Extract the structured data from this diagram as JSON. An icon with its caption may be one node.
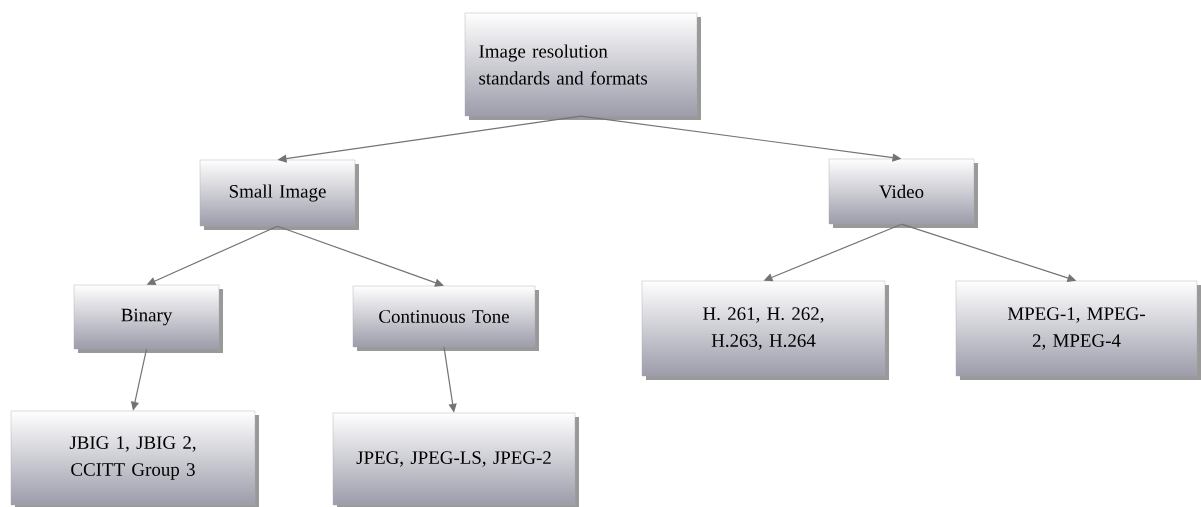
{
  "diagram": {
    "nodes": [
      {
        "text": [
          "Image resolution standards and formats"
        ]
      },
      {
        "text": [
          "Small Image"
        ]
      },
      {
        "text": [
          "Video"
        ]
      },
      {
        "text": [
          "Binary"
        ]
      },
      {
        "text": [
          "Continuous Tone"
        ]
      },
      {
        "text": [
          "H. 261, H. 262, H.263, H.264"
        ]
      },
      {
        "text": [
          "MPEG-1, MPEG-2, MPEG-4"
        ]
      },
      {
        "text": [
          "JBIG 1, JBIG 2, CCITT Group 3"
        ]
      },
      {
        "text": [
          "JPEG, JPEG-LS, JPEG-2"
        ]
      }
    ],
    "edges": [
      {
        "from": 0,
        "to": 1,
        "arrow": "to"
      },
      {
        "from": 0,
        "to": 2,
        "arrow": "to"
      },
      {
        "from": 1,
        "to": 3,
        "arrow": "to"
      },
      {
        "from": 1,
        "to": 4,
        "arrow": "to"
      },
      {
        "from": 2,
        "to": 5,
        "arrow": "to"
      },
      {
        "from": 2,
        "to": 6,
        "arrow": "to"
      },
      {
        "from": 3,
        "to": 7,
        "arrow": "to"
      },
      {
        "from": 4,
        "to": 8,
        "arrow": "to"
      }
    ]
  }
}
